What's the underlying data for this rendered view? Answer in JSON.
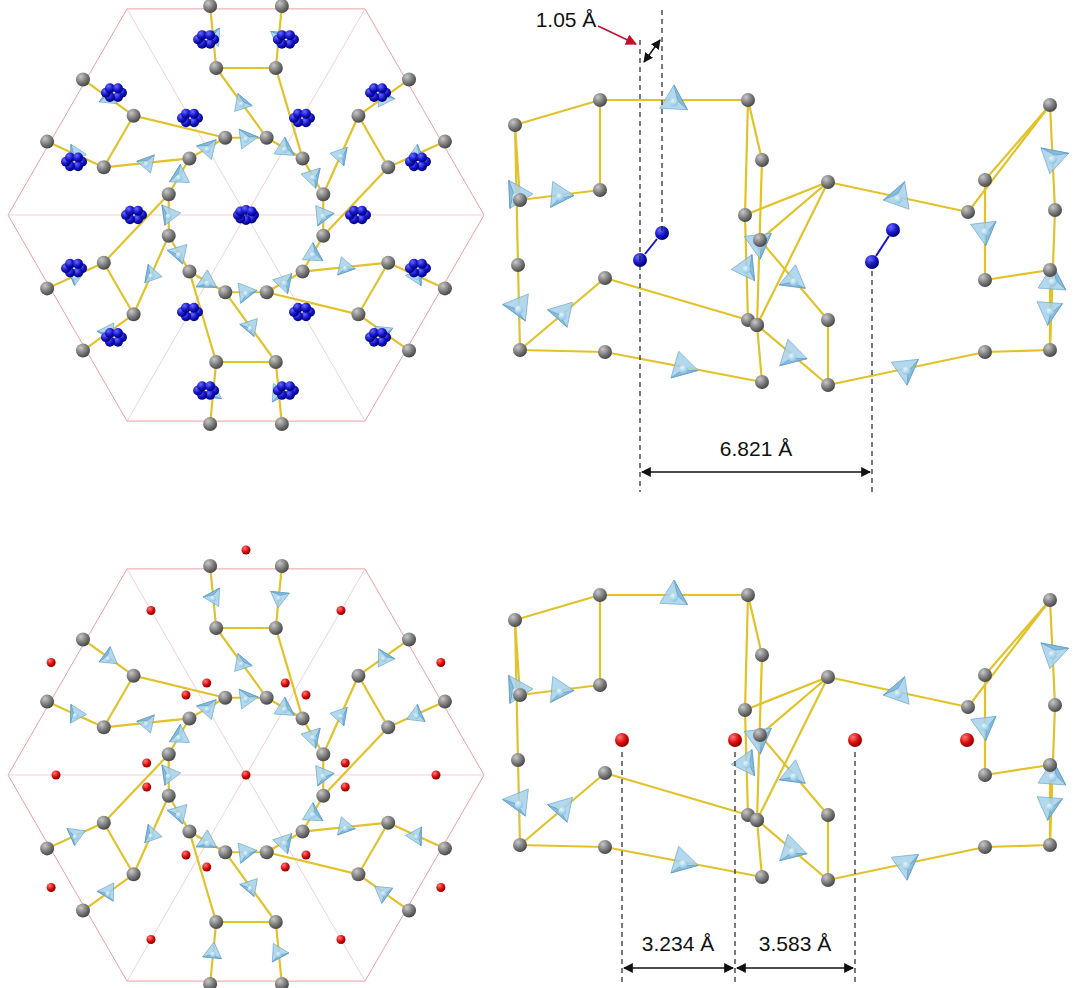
{
  "diagram": {
    "labels": [
      "1.05 Å",
      "6.821 Å",
      "3.234 Å",
      "3.583 Å"
    ]
  }
}
